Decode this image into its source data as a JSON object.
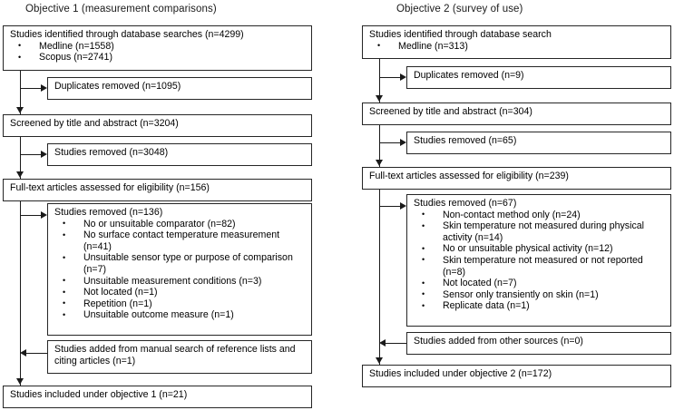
{
  "figure": {
    "type": "prisma-flow-diagram",
    "columns": [
      {
        "id": "objective-1",
        "title": "Objective 1 (measurement comparisons)",
        "nodes": {
          "identified": {
            "headline": "Studies identified through database searches (n=4299)",
            "bullets": [
              "Medline (n=1558)",
              "Scopus (n=2741)"
            ]
          },
          "duplicates": {
            "headline": "Duplicates removed (n=1095)"
          },
          "screened": {
            "headline": "Screened by title and abstract (n=3204)"
          },
          "screen_removed": {
            "headline": "Studies removed (n=3048)"
          },
          "fulltext": {
            "headline": "Full-text articles assessed for eligibility (n=156)"
          },
          "fulltext_removed": {
            "headline": "Studies removed (n=136)",
            "bullets": [
              "No or unsuitable comparator (n=82)",
              "No surface contact temperature measurement (n=41)",
              "Unsuitable sensor type or purpose of comparison (n=7)",
              "Unsuitable measurement conditions (n=3)",
              "Not located (n=1)",
              "Repetition (n=1)",
              "Unsuitable outcome measure (n=1)"
            ]
          },
          "added": {
            "headline": "Studies added from manual search of reference lists and citing articles (n=1)"
          },
          "included": {
            "headline": "Studies included under objective 1 (n=21)"
          }
        }
      },
      {
        "id": "objective-2",
        "title": "Objective 2 (survey of use)",
        "nodes": {
          "identified": {
            "headline": "Studies identified through database search",
            "bullets": [
              "Medline (n=313)"
            ]
          },
          "duplicates": {
            "headline": "Duplicates removed (n=9)"
          },
          "screened": {
            "headline": "Screened by title and abstract (n=304)"
          },
          "screen_removed": {
            "headline": "Studies removed (n=65)"
          },
          "fulltext": {
            "headline": "Full-text articles assessed for eligibility (n=239)"
          },
          "fulltext_removed": {
            "headline": "Studies removed (n=67)",
            "bullets": [
              "Non-contact method only (n=24)",
              "Skin temperature not measured during physical activity (n=14)",
              "No or unsuitable physical activity (n=12)",
              "Skin temperature not measured or not reported (n=8)",
              "Not located (n=7)",
              "Sensor only transiently on skin (n=1)",
              "Replicate data (n=1)"
            ]
          },
          "added": {
            "headline": "Studies added from other sources (n=0)"
          },
          "included": {
            "headline": "Studies included under objective 2 (n=172)"
          }
        }
      }
    ],
    "colors": {
      "box_border": "#262626",
      "connector": "#1a1a1a",
      "background": "#ffffff",
      "text": "#000000"
    }
  }
}
